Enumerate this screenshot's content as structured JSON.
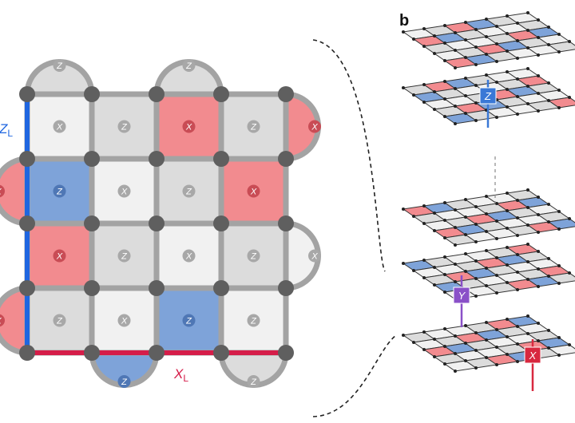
{
  "panel_b_label": "b",
  "logical_z": {
    "letter": "Z",
    "subscript": "L"
  },
  "logical_x": {
    "letter": "X",
    "subscript": "L"
  },
  "layer_ops": [
    {
      "letter": "Z",
      "color": "#3a78d6"
    },
    {
      "letter": "Y",
      "color": "#8a50c8"
    },
    {
      "letter": "X",
      "color": "#d8283f"
    }
  ],
  "grid": [
    [
      "X",
      "Z",
      "X",
      "Z"
    ],
    [
      "Z",
      "X",
      "Z",
      "X"
    ],
    [
      "X",
      "Z",
      "X",
      "Z"
    ],
    [
      "Z",
      "X",
      "Z",
      "Z"
    ]
  ],
  "top_boundary": [
    "Z",
    "Z"
  ],
  "right_boundary": [
    "X",
    "X"
  ],
  "bottom_boundary": [
    "Z",
    "Z"
  ],
  "left_boundary": [
    "X",
    "X"
  ],
  "colors": {
    "pink": "#f28b8f",
    "blue": "#7ea3d9",
    "grey": "#dcdcdc",
    "light": "#f1f1f1",
    "edge": "#a3a3a3",
    "qubit": "#5f5f5f",
    "logical_z_line": "#1f66e0",
    "logical_x_line": "#d51d49"
  }
}
